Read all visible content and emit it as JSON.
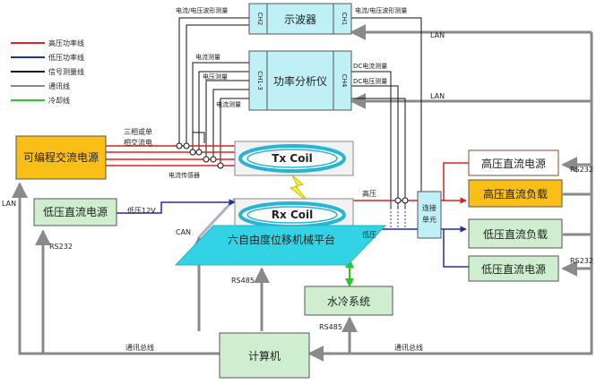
{
  "legend": {
    "items": [
      {
        "label": "高压功率线",
        "color": "#e02020"
      },
      {
        "label": "低压功率线",
        "color": "#1f2fa8"
      },
      {
        "label": "信号测量线",
        "color": "#111111"
      },
      {
        "label": "通讯线",
        "color": "#8a8a8a"
      },
      {
        "label": "冷却线",
        "color": "#22cc22"
      }
    ]
  },
  "colors": {
    "cyan_box": "#bff0f6",
    "orange_box": "#f9bf16",
    "green_box": "#cfeecf",
    "platform": "#33d3e6",
    "coil_ring": "#27b4d6"
  },
  "boxes": {
    "oscilloscope": "示波器",
    "osc_ch2": "CH2",
    "osc_ch1": "CH1",
    "power_analyzer": "功率分析仪",
    "pa_ch13": "CH1-3",
    "pa_ch4": "CH4",
    "ac_source": "可编程交流电源",
    "lv_dc_source_left": "低压直流电源",
    "hv_dc_source": "高压直流电源",
    "hv_dc_load": "高压直流负载",
    "lv_dc_load": "低压直流负载",
    "lv_dc_source_right": "低压直流电源",
    "connection_unit": "连接单元",
    "water_cooling": "水冷系统",
    "computer": "计算机",
    "platform": "六自由度位移机械平台",
    "tx_coil": "Tx Coil",
    "rx_coil": "Rx Coil"
  },
  "labels": {
    "osc_left_measure": "电流/电压波形测量",
    "osc_right_measure": "电流/电压波形测量",
    "current_measure": "电流测量",
    "voltage_measure": "电压测量",
    "dc_current_measure": "DC电流测量",
    "dc_voltage_measure": "DC电压测量",
    "current_measure_2": "电流测量",
    "three_phase": "三相或单",
    "phase_ac": "相交流电",
    "current_sensor": "电流传感器",
    "lv12": "低压12V",
    "hv": "高压",
    "lv": "低压",
    "lan_left": "LAN",
    "lan_top": "LAN",
    "lan_mid": "LAN",
    "rs232_left": "RS232",
    "rs232_right_top": "RS232",
    "rs232_right_bottom": "RS232",
    "can": "CAN",
    "rs485_left": "RS485",
    "rs485_mid": "RS485",
    "bus_left": "通讯总线",
    "bus_right": "通讯总线"
  }
}
